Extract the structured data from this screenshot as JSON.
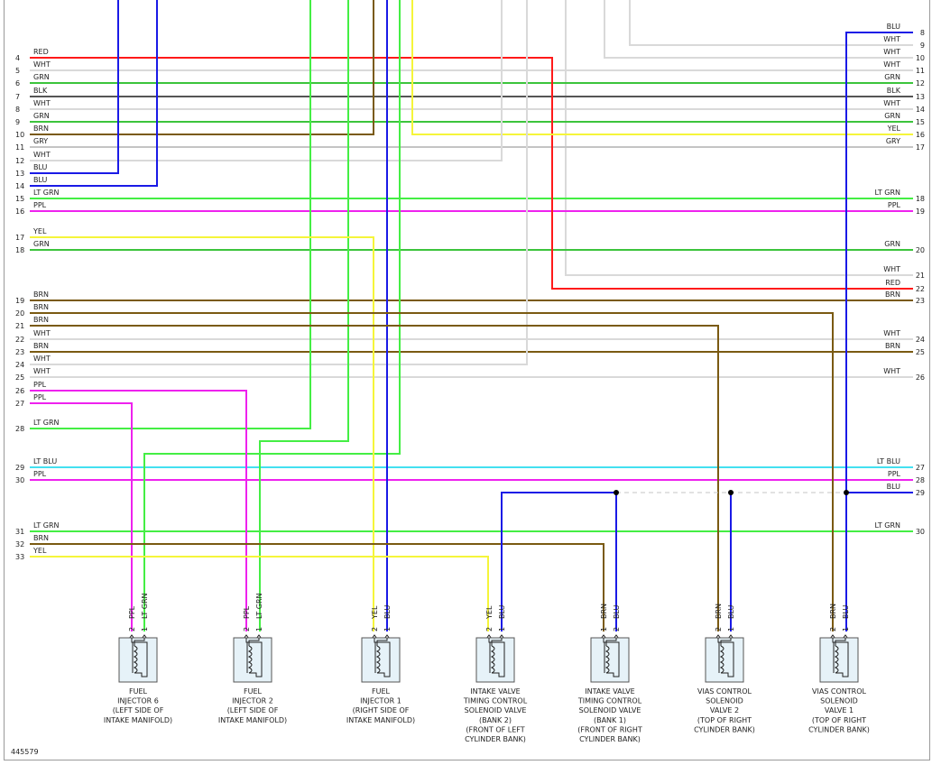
{
  "figure_id": "445579",
  "colors": {
    "RED": "#ff1a1a",
    "WHT": "#d9d9d9",
    "GRN": "#3cc43c",
    "BLK": "#555555",
    "BRN": "#7a5a12",
    "GRY": "#c4c4c4",
    "BLU": "#1a1ae6",
    "LT GRN": "#44ee44",
    "PPL": "#ee22ee",
    "YEL": "#f5f53a",
    "LT BLU": "#44e0f0"
  },
  "left_connector": [
    {
      "pin": "4",
      "color": "RED"
    },
    {
      "pin": "5",
      "color": "WHT"
    },
    {
      "pin": "6",
      "color": "GRN"
    },
    {
      "pin": "7",
      "color": "BLK"
    },
    {
      "pin": "8",
      "color": "WHT"
    },
    {
      "pin": "9",
      "color": "GRN"
    },
    {
      "pin": "10",
      "color": "BRN"
    },
    {
      "pin": "11",
      "color": "GRY"
    },
    {
      "pin": "12",
      "color": "WHT"
    },
    {
      "pin": "13",
      "color": "BLU"
    },
    {
      "pin": "14",
      "color": "BLU"
    },
    {
      "pin": "15",
      "color": "LT GRN"
    },
    {
      "pin": "16",
      "color": "PPL"
    },
    {
      "pin": "17",
      "color": "YEL"
    },
    {
      "pin": "18",
      "color": "GRN"
    },
    {
      "pin": "19",
      "color": "BRN"
    },
    {
      "pin": "20",
      "color": "BRN"
    },
    {
      "pin": "21",
      "color": "BRN"
    },
    {
      "pin": "22",
      "color": "WHT"
    },
    {
      "pin": "23",
      "color": "BRN"
    },
    {
      "pin": "24",
      "color": "WHT"
    },
    {
      "pin": "25",
      "color": "WHT"
    },
    {
      "pin": "26",
      "color": "PPL"
    },
    {
      "pin": "27",
      "color": "PPL"
    },
    {
      "pin": "28",
      "color": "LT GRN"
    },
    {
      "pin": "29",
      "color": "LT BLU"
    },
    {
      "pin": "30",
      "color": "PPL"
    },
    {
      "pin": "31",
      "color": "LT GRN"
    },
    {
      "pin": "32",
      "color": "BRN"
    },
    {
      "pin": "33",
      "color": "YEL"
    }
  ],
  "right_connector": [
    {
      "pin": "8",
      "color": "BLU"
    },
    {
      "pin": "9",
      "color": "WHT"
    },
    {
      "pin": "10",
      "color": "WHT"
    },
    {
      "pin": "11",
      "color": "WHT"
    },
    {
      "pin": "12",
      "color": "GRN"
    },
    {
      "pin": "13",
      "color": "BLK"
    },
    {
      "pin": "14",
      "color": "WHT"
    },
    {
      "pin": "15",
      "color": "GRN"
    },
    {
      "pin": "16",
      "color": "YEL"
    },
    {
      "pin": "17",
      "color": "GRY"
    },
    {
      "pin": "18",
      "color": "LT GRN"
    },
    {
      "pin": "19",
      "color": "PPL"
    },
    {
      "pin": "20",
      "color": "GRN"
    },
    {
      "pin": "21",
      "color": "WHT"
    },
    {
      "pin": "22",
      "color": "RED"
    },
    {
      "pin": "23",
      "color": "BRN"
    },
    {
      "pin": "24",
      "color": "WHT"
    },
    {
      "pin": "25",
      "color": "BRN"
    },
    {
      "pin": "26",
      "color": "WHT"
    },
    {
      "pin": "27",
      "color": "LT BLU"
    },
    {
      "pin": "28",
      "color": "PPL"
    },
    {
      "pin": "29",
      "color": "BLU"
    },
    {
      "pin": "30",
      "color": "LT GRN"
    }
  ],
  "components": [
    {
      "pins": [
        {
          "num": "2",
          "color": "PPL"
        },
        {
          "num": "1",
          "color": "LT GRN"
        }
      ],
      "caption": [
        "FUEL",
        "INJECTOR 6",
        "(LEFT SIDE OF",
        "INTAKE MANIFOLD)"
      ]
    },
    {
      "pins": [
        {
          "num": "2",
          "color": "PPL"
        },
        {
          "num": "1",
          "color": "LT GRN"
        }
      ],
      "caption": [
        "FUEL",
        "INJECTOR 2",
        "(LEFT SIDE OF",
        "INTAKE MANIFOLD)"
      ]
    },
    {
      "pins": [
        {
          "num": "2",
          "color": "YEL"
        },
        {
          "num": "1",
          "color": "BLU"
        }
      ],
      "caption": [
        "FUEL",
        "INJECTOR 1",
        "(RIGHT SIDE OF",
        "INTAKE MANIFOLD)"
      ]
    },
    {
      "pins": [
        {
          "num": "2",
          "color": "YEL"
        },
        {
          "num": "1",
          "color": "BLU"
        }
      ],
      "caption": [
        "INTAKE VALVE",
        "TIMING CONTROL",
        "SOLENOID VALVE",
        "(BANK 2)",
        "(FRONT OF LEFT",
        "CYLINDER BANK)"
      ]
    },
    {
      "pins": [
        {
          "num": "1",
          "color": "BRN"
        },
        {
          "num": "2",
          "color": "BLU"
        }
      ],
      "caption": [
        "INTAKE VALVE",
        "TIMING CONTROL",
        "SOLENOID VALVE",
        "(BANK 1)",
        "(FRONT OF RIGHT",
        "CYLINDER BANK)"
      ]
    },
    {
      "pins": [
        {
          "num": "2",
          "color": "BRN"
        },
        {
          "num": "1",
          "color": "BLU"
        }
      ],
      "caption": [
        "VIAS CONTROL",
        "SOLENOID",
        "VALVE 2",
        "(TOP OF RIGHT",
        "CYLINDER BANK)"
      ]
    },
    {
      "pins": [
        {
          "num": "2",
          "color": "BRN"
        },
        {
          "num": "1",
          "color": "BLU"
        }
      ],
      "caption": [
        "VIAS CONTROL",
        "SOLENOID",
        "VALVE 1",
        "(TOP OF RIGHT",
        "CYLINDER BANK)"
      ]
    }
  ]
}
